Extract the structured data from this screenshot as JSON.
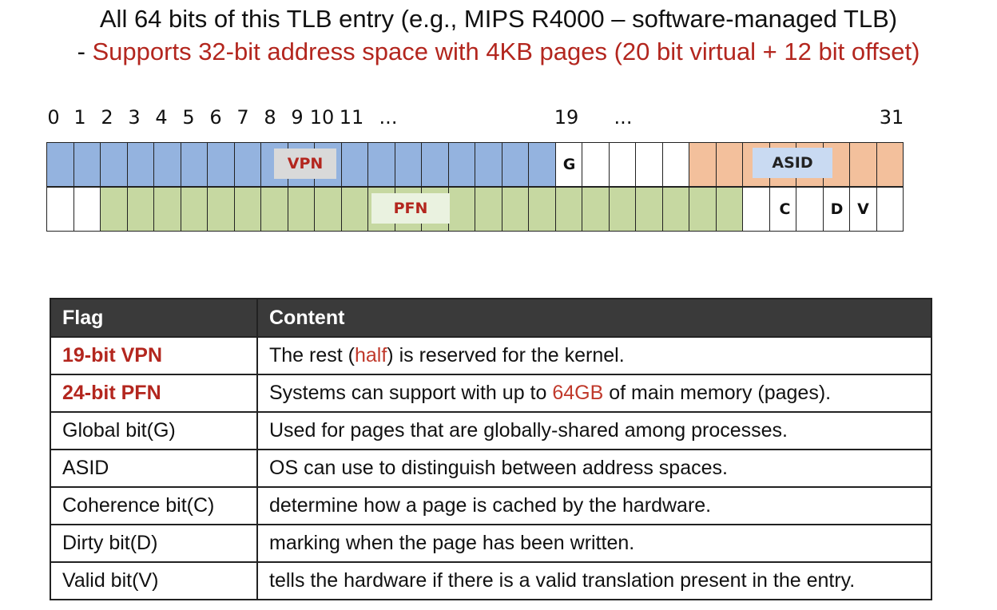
{
  "title": {
    "line1": "All 64 bits of this TLB entry (e.g., MIPS R4000 – software-managed TLB)",
    "line2_prefix": "- ",
    "line2_red": "Supports 32-bit address space with 4KB pages (20 bit virtual + 12 bit offset)"
  },
  "bit_labels": [
    "0",
    "1",
    "2",
    "3",
    "4",
    "5",
    "6",
    "7",
    "8",
    "9",
    "10",
    "11",
    "...",
    "19",
    "...",
    "31"
  ],
  "fields": {
    "vpn": "VPN",
    "pfn": "PFN",
    "asid": "ASID",
    "g": "G",
    "c": "C",
    "d": "D",
    "v": "V"
  },
  "colors": {
    "vpn": "#94b3df",
    "pfn": "#c6d8a1",
    "asid": "#f3c09c",
    "accent_red": "#b3261e"
  },
  "table": {
    "headers": [
      "Flag",
      "Content"
    ],
    "rows": [
      {
        "flag": "19-bit VPN",
        "pre": "The rest (",
        "hl": "half",
        "post": ") is reserved for the kernel."
      },
      {
        "flag": "24-bit PFN",
        "pre": "Systems can support with up to ",
        "hl": "64GB",
        "post": " of main memory (pages)."
      },
      {
        "flag": "Global bit(G)",
        "pre": "Used for pages that are globally-shared among processes.",
        "hl": "",
        "post": ""
      },
      {
        "flag": "ASID",
        "pre": "OS can use to distinguish between address spaces.",
        "hl": "",
        "post": ""
      },
      {
        "flag": "Coherence bit(C)",
        "pre": "determine how a page is cached by the hardware.",
        "hl": "",
        "post": ""
      },
      {
        "flag": "Dirty bit(D)",
        "pre": "marking when the page has been written.",
        "hl": "",
        "post": ""
      },
      {
        "flag": "Valid bit(V)",
        "pre": "tells the hardware if there is a valid translation present in the entry.",
        "hl": "",
        "post": ""
      }
    ]
  }
}
